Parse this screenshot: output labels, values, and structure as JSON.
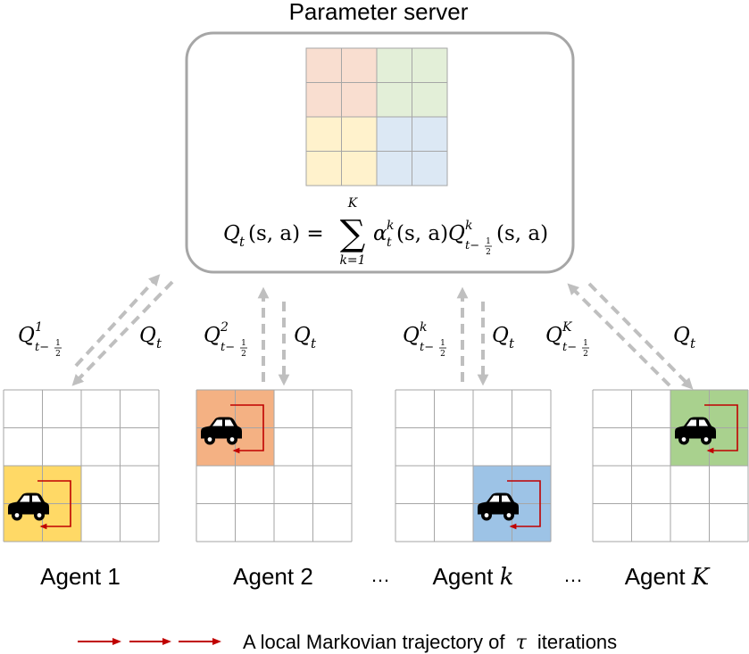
{
  "server": {
    "title": "Parameter server",
    "formula": {
      "lhs": "Q",
      "lhs_sub": "t",
      "lhs_args": "(s, a) =",
      "sum_upper": "K",
      "sum_lower": "k=1",
      "sum_symbol": "∑",
      "alpha": "α",
      "alpha_sup": "k",
      "alpha_sub": "t",
      "alpha_args": "(s, a)",
      "q": "Q",
      "q_sup": "k",
      "q_sub": "t−",
      "q_frac_num": "1",
      "q_frac_den": "2",
      "q_args": "(s, a)"
    },
    "grid_colors": [
      "#f9ded0",
      "#e3efd8",
      "#fff2cc",
      "#dce8f4"
    ]
  },
  "agents": [
    {
      "name_prefix": "Agent",
      "name_index": "1",
      "italic": false,
      "up_label": {
        "main": "Q",
        "sup": "1",
        "sub": "t−",
        "num": "1",
        "den": "2"
      },
      "down_label": {
        "main": "Q",
        "sub": "t"
      },
      "highlight_color": "#ffd966"
    },
    {
      "name_prefix": "Agent",
      "name_index": "2",
      "italic": false,
      "up_label": {
        "main": "Q",
        "sup": "2",
        "sub": "t−",
        "num": "1",
        "den": "2"
      },
      "down_label": {
        "main": "Q",
        "sub": "t"
      },
      "highlight_color": "#f4b183"
    },
    {
      "name_prefix": "Agent",
      "name_index": "k",
      "italic": true,
      "up_label": {
        "main": "Q",
        "sup": "k",
        "sub": "t−",
        "num": "1",
        "den": "2"
      },
      "down_label": {
        "main": "Q",
        "sub": "t"
      },
      "highlight_color": "#9dc3e6"
    },
    {
      "name_prefix": "Agent",
      "name_index": "K",
      "italic": true,
      "up_label": {
        "main": "Q",
        "sup": "K",
        "sub": "t−",
        "num": "1",
        "den": "2"
      },
      "down_label": {
        "main": "Q",
        "sub": "t"
      },
      "highlight_color": "#a9d18e"
    }
  ],
  "ellipsis": [
    "…",
    "…"
  ],
  "legend": {
    "text": "A local Markovian trajectory of",
    "symbol": "τ",
    "text_after": "iterations"
  },
  "colors": {
    "box_stroke": "#a6a6a6",
    "arrow_gray": "#bfbfbf",
    "grid_stroke": "#a6a6a6",
    "trajectory_red": "#c00000",
    "car": "#000000"
  }
}
